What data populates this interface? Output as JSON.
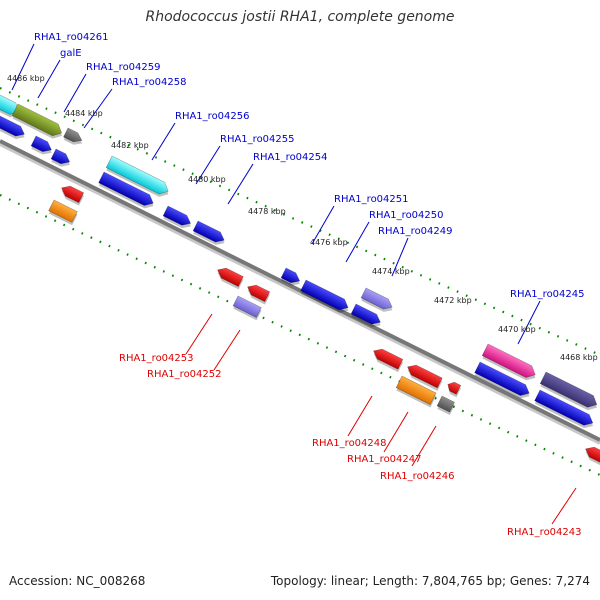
{
  "title": "Rhodococcus jostii RHA1, complete genome",
  "accession": "Accession: NC_008268",
  "summary": "Topology: linear; Length: 7,804,765 bp; Genes: 7,274",
  "colors": {
    "forward_label": "#0000cc",
    "reverse_label": "#dd0000",
    "backbone": "#888888",
    "tick": "#008800"
  },
  "ruler": [
    "4486 kbp",
    "4484 kbp",
    "4482 kbp",
    "4480 kbp",
    "4478 kbp",
    "4476 kbp",
    "4474 kbp",
    "4472 kbp",
    "4470 kbp",
    "4468 kbp"
  ],
  "forward_genes": [
    "RHA1_ro04261",
    "galE",
    "RHA1_ro04259",
    "RHA1_ro04258",
    "RHA1_ro04256",
    "RHA1_ro04255",
    "RHA1_ro04254",
    "RHA1_ro04251",
    "RHA1_ro04250",
    "RHA1_ro04249",
    "RHA1_ro04245"
  ],
  "reverse_genes": [
    "RHA1_ro04253",
    "RHA1_ro04252",
    "RHA1_ro04248",
    "RHA1_ro04247",
    "RHA1_ro04246",
    "RHA1_ro04243"
  ]
}
